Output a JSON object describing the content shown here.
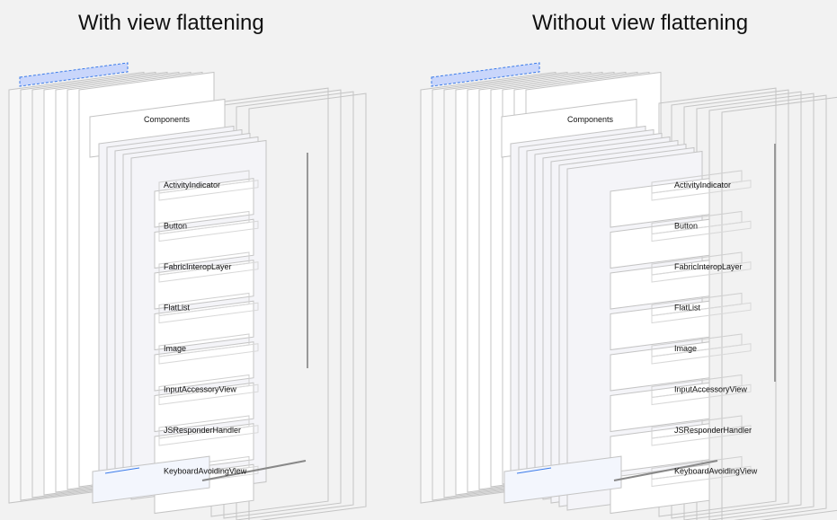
{
  "panels": [
    {
      "title": "With view flattening",
      "flattened": true
    },
    {
      "title": "Without view flattening",
      "flattened": false
    }
  ],
  "header_label": "Components",
  "components": [
    "ActivityIndicator",
    "Button",
    "FabricInteropLayer",
    "FlatList",
    "Image",
    "InputAccessoryView",
    "JSResponderHandler",
    "KeyboardAvoidingView"
  ],
  "colors": {
    "selection": "#c9d6fb",
    "selection_border": "#3b7bea",
    "line": "#c4c4c4",
    "panel": "#ffffff"
  }
}
